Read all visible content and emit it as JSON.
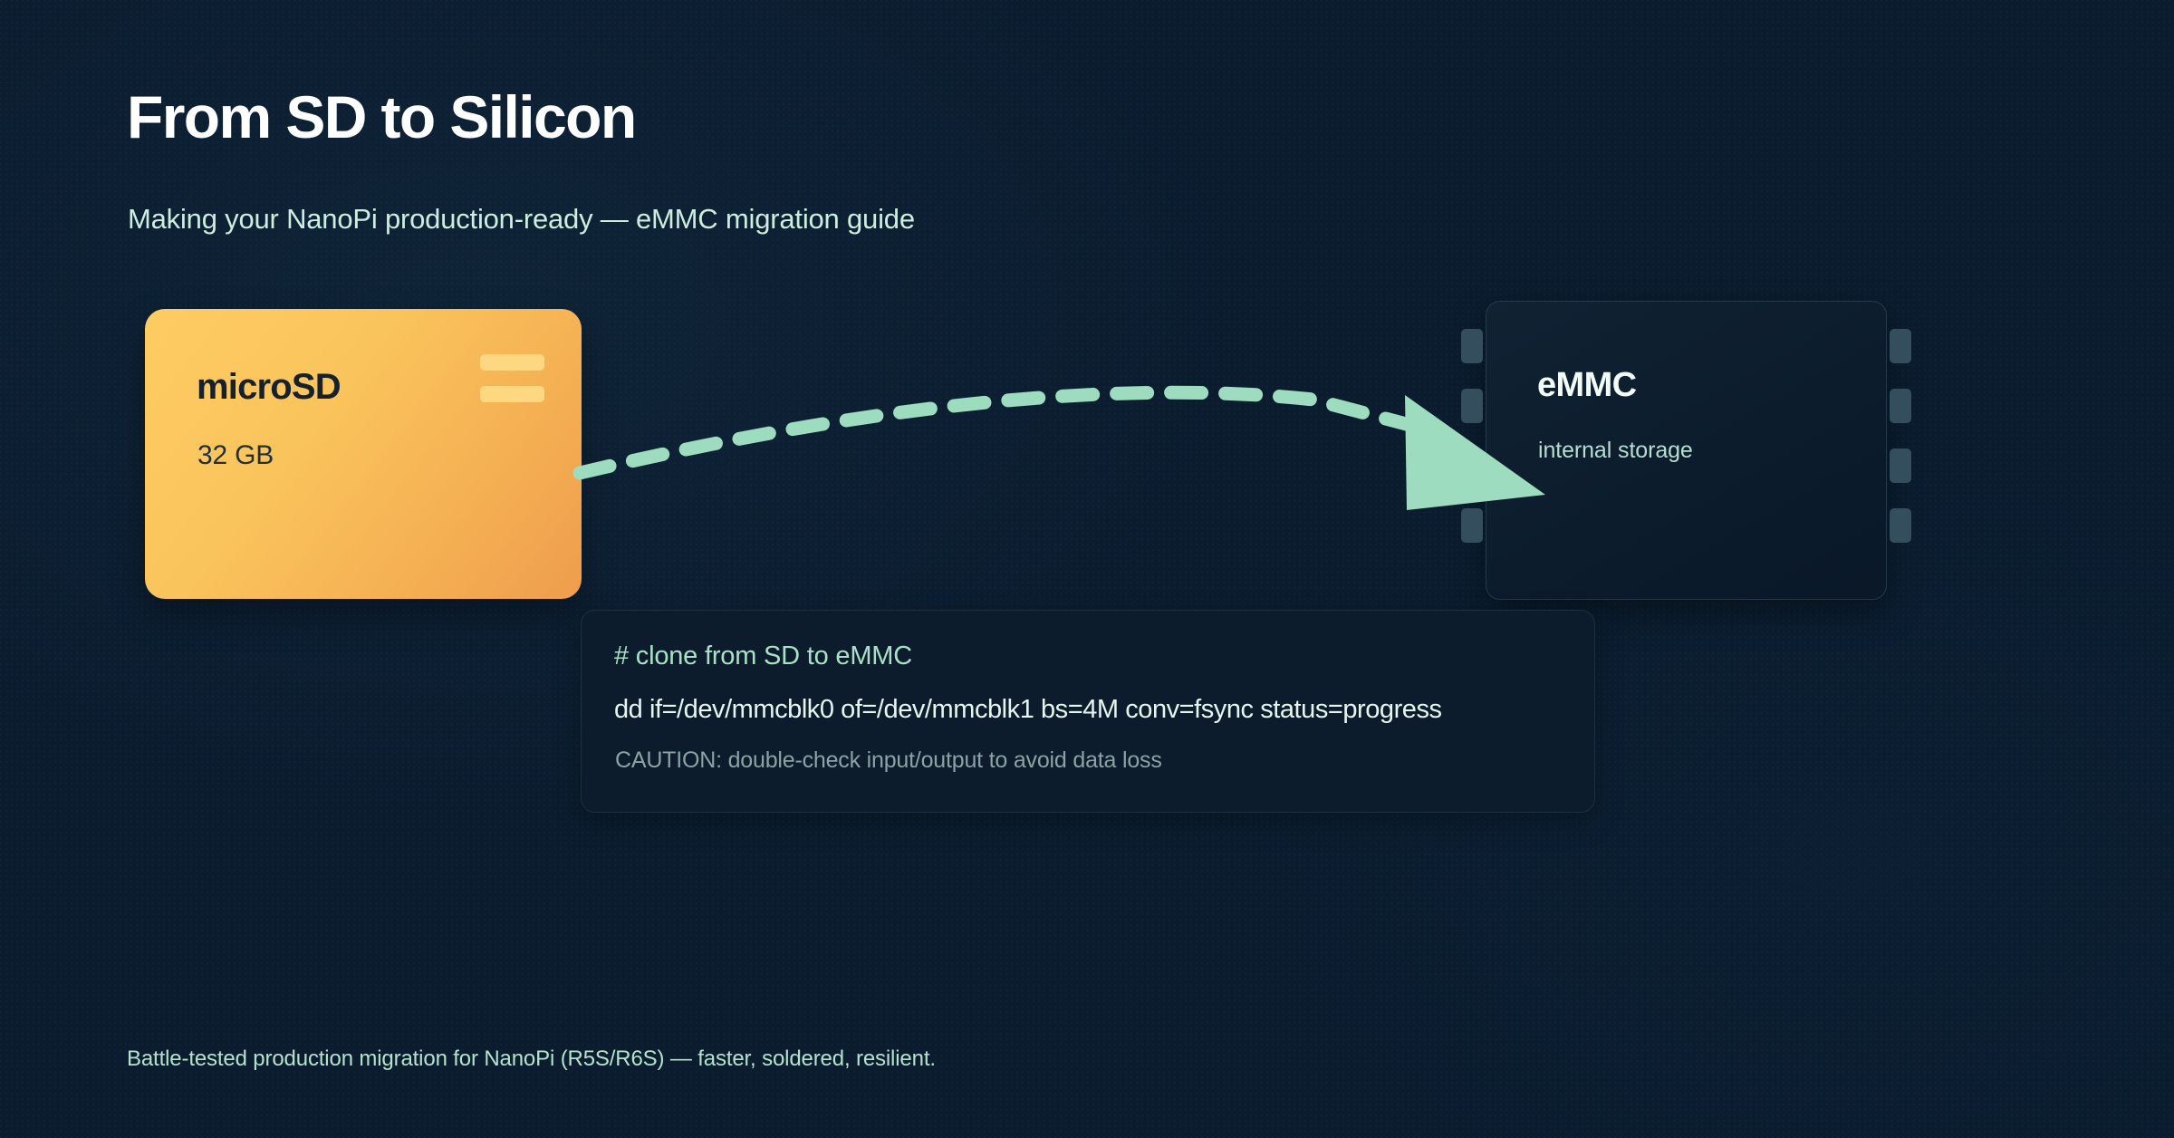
{
  "theme": {
    "background": "#0a1c2e",
    "accent_mint": "#9edcc0",
    "accent_orange": "#fbc45c",
    "text_primary": "#ffffff",
    "text_mint": "#cdeede",
    "pin_color": "#344e5e"
  },
  "header": {
    "title": "From SD to Silicon",
    "subtitle": "Making your NanoPi production-ready — eMMC migration guide"
  },
  "source_device": {
    "name": "microSD",
    "capacity": "32 GB",
    "icon": "sd-card-contacts-icon"
  },
  "target_device": {
    "name": "eMMC",
    "description": "internal storage",
    "icon": "chip-icon",
    "pin_count_per_side": 4
  },
  "flow": {
    "icon": "dashed-arrow-icon",
    "direction": "source-to-target",
    "arrowhead": "triangle-right"
  },
  "code_block": {
    "comment": "# clone from SD to eMMC",
    "command": "dd if=/dev/mmcblk0 of=/dev/mmcblk1 bs=4M conv=fsync status=progress",
    "caution": "CAUTION: double-check input/output to avoid data loss"
  },
  "footer": {
    "note": "Battle-tested production migration for NanoPi (R5S/R6S) — faster, soldered, resilient."
  }
}
